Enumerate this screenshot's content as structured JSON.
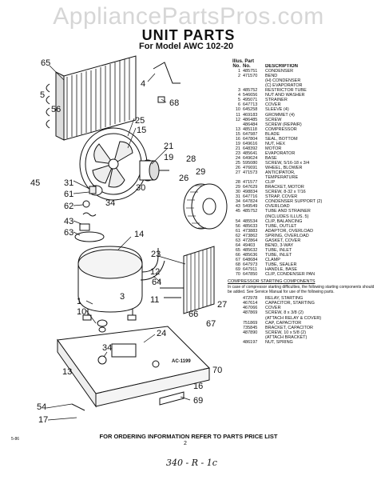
{
  "watermark": "AppliancePartsPros.com",
  "title": "UNIT PARTS",
  "subtitle": "For Model AWC 102-20",
  "parts_header": {
    "line1": "Illus.  Part",
    "col1": "No.",
    "col2": "No.",
    "col3": "DESCRIPTION"
  },
  "parts": [
    {
      "illus": "1",
      "part": "485751",
      "desc": "CONDENSER"
    },
    {
      "illus": "2",
      "part": "471570",
      "desc": "BEND"
    },
    {
      "illus": "",
      "part": "",
      "desc": "(H) CONDENSER"
    },
    {
      "illus": "",
      "part": "",
      "desc": "(C) EVAPORATOR"
    },
    {
      "illus": "3",
      "part": "485752",
      "desc": "RESTRICTOR TUBE"
    },
    {
      "illus": "4",
      "part": "546656",
      "desc": "NUT AND WASHER"
    },
    {
      "illus": "5",
      "part": "495071",
      "desc": "STRAINER"
    },
    {
      "illus": "6",
      "part": "647713",
      "desc": "COVER"
    },
    {
      "illus": "10",
      "part": "645258",
      "desc": "SLEEVE (4)"
    },
    {
      "illus": "11",
      "part": "469183",
      "desc": "GROMMET (4)"
    },
    {
      "illus": "12",
      "part": "486485",
      "desc": "SCREW"
    },
    {
      "illus": "",
      "part": "486484",
      "desc": "SCREW (REPAIR)"
    },
    {
      "illus": "13",
      "part": "485118",
      "desc": "COMPRESSOR"
    },
    {
      "illus": "15",
      "part": "647987",
      "desc": "BLADE"
    },
    {
      "illus": "16",
      "part": "647804",
      "desc": "SEAL, BOTTOM"
    },
    {
      "illus": "19",
      "part": "649616",
      "desc": "NUT, HEX"
    },
    {
      "illus": "21",
      "part": "648392",
      "desc": "MOTOR"
    },
    {
      "illus": "23",
      "part": "485641",
      "desc": "EVAPORATOR"
    },
    {
      "illus": "24",
      "part": "649624",
      "desc": "BASE"
    },
    {
      "illus": "25",
      "part": "595080",
      "desc": "SCREW, 5/16-18 x 3/4"
    },
    {
      "illus": "26",
      "part": "476691",
      "desc": "WHEEL, BLOWER"
    },
    {
      "illus": "27",
      "part": "471573",
      "desc": "ANTICIPATOR,"
    },
    {
      "illus": "",
      "part": "",
      "desc": "TEMPERATURE"
    },
    {
      "illus": "28",
      "part": "471577",
      "desc": "CLIP"
    },
    {
      "illus": "29",
      "part": "647629",
      "desc": "BRACKET, MOTOR"
    },
    {
      "illus": "30",
      "part": "498834",
      "desc": "SCREW, 8-32 x 7/16"
    },
    {
      "illus": "31",
      "part": "647716",
      "desc": "STRAP, COVER"
    },
    {
      "illus": "34",
      "part": "647824",
      "desc": "CONDENSER SUPPORT (2)"
    },
    {
      "illus": "43",
      "part": "549549",
      "desc": "OVERLOAD"
    },
    {
      "illus": "45",
      "part": "485752",
      "desc": "TUBE AND STRAINER"
    },
    {
      "illus": "",
      "part": "",
      "desc": "(INCLUDES ILLUS. 5)"
    },
    {
      "illus": "54",
      "part": "485534",
      "desc": "CLIP, BALANCING"
    },
    {
      "illus": "56",
      "part": "485633",
      "desc": "TUBE, OUTLET"
    },
    {
      "illus": "61",
      "part": "473883",
      "desc": "ADAPTOR, OVERLOAD"
    },
    {
      "illus": "62",
      "part": "473862",
      "desc": "SPRING, OVERLOAD"
    },
    {
      "illus": "63",
      "part": "472864",
      "desc": "GASKET, COVER"
    },
    {
      "illus": "64",
      "part": "49403",
      "desc": "BEND, 3-WAY"
    },
    {
      "illus": "65",
      "part": "485632",
      "desc": "TUBE, INLET"
    },
    {
      "illus": "66",
      "part": "485636",
      "desc": "TUBE, INLET"
    },
    {
      "illus": "67",
      "part": "648684",
      "desc": "CLAMP"
    },
    {
      "illus": "68",
      "part": "647973",
      "desc": "TUBE, SEALER"
    },
    {
      "illus": "69",
      "part": "647911",
      "desc": "HANDLE, BASE"
    },
    {
      "illus": "70",
      "part": "647850",
      "desc": "CLIP, CONDENSER PAN"
    }
  ],
  "starting_section_title": "COMPRESSOR STARTING COMPONENTS",
  "starting_note": "In case of compressor starting difficulties, the following starting components should be added. See Service Manual for use of the following parts.",
  "starting_parts": [
    {
      "part": "472978",
      "desc": "RELAY, STARTING"
    },
    {
      "part": "467614",
      "desc": "CAPACITOR, STARTING"
    },
    {
      "part": "467066",
      "desc": "COVER"
    },
    {
      "part": "487869",
      "desc": "SCREW, 8 x 3/8 (2)"
    },
    {
      "part": "",
      "desc": "(ATTACH RELAY & COVER)"
    },
    {
      "part": "751869",
      "desc": "CAP, CAPACITOR"
    },
    {
      "part": "735845",
      "desc": "BRACKET, CAPACITOR"
    },
    {
      "part": "487890",
      "desc": "SCREW, 10 x 5/8 (2)"
    },
    {
      "part": "",
      "desc": "(ATTACH BRACKET)"
    },
    {
      "part": "486197",
      "desc": "NUT, SPRING"
    }
  ],
  "diagram_label": "AC-1199",
  "callouts": {
    "c1": "1",
    "c3": "3",
    "c4": "4",
    "c5": "5",
    "c10": "10",
    "c11": "11",
    "c12": "12",
    "c13": "13",
    "c14": "14",
    "c15": "15",
    "c16": "16",
    "c17": "17",
    "c19": "19",
    "c21": "21",
    "c23": "23",
    "c24": "24",
    "c25": "25",
    "c26": "26",
    "c27": "27",
    "c28": "28",
    "c29": "29",
    "c30": "30",
    "c31": "31",
    "c34": "34",
    "c43": "43",
    "c45": "45",
    "c54": "54",
    "c56": "56",
    "c61": "61",
    "c62": "62",
    "c63": "63",
    "c64": "64",
    "c65": "65",
    "c66": "66",
    "c67": "67",
    "c68": "68",
    "c69": "69",
    "c70": "70"
  },
  "footer_note": "FOR ORDERING INFORMATION REFER TO PARTS PRICE LIST",
  "page_number": "2",
  "small_code": "5-86",
  "handwritten_note": "340 - R - 1c"
}
